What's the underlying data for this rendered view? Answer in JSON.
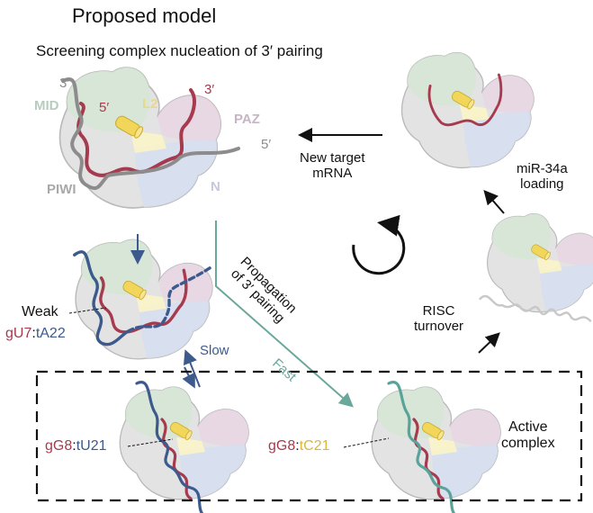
{
  "title": "Proposed model",
  "subtitle": "Screening complex nucleation of 3′ pairing",
  "colors": {
    "guide": "#a63a4e",
    "target_initial": "#8c8c8c",
    "target_weak": "#3c5a8c",
    "target_active": "#5aa39a",
    "helix": "#f2d65a",
    "mid": "#d9e8d9",
    "piwi": "#dcdcdc",
    "paz": "#e6d9e3",
    "n_domain": "#d8dff0",
    "arrow": "#111111",
    "fast": "#6aa89c",
    "slow": "#3c5a8c"
  },
  "screening_complex": {
    "domains": {
      "mid": "MID",
      "l2": "L2",
      "paz": "PAZ",
      "piwi": "PIWI",
      "n": "N"
    },
    "ends": {
      "target_3": "3′",
      "guide_5": "5′",
      "guide_3": "3′",
      "target_5": "5′"
    }
  },
  "weak_complex": {
    "label_word": "Weak",
    "pair_guide": "gU7",
    "pair_sep": ":",
    "pair_target": "tA22"
  },
  "slow_label": "Slow",
  "fast_label": "Fast",
  "propagation_label": [
    "Propagation",
    "of 3′ pairing"
  ],
  "new_target_label": [
    "New target",
    "mRNA"
  ],
  "loading_label": [
    "miR-34a",
    "loading"
  ],
  "turnover_label": [
    "RISC",
    "turnover"
  ],
  "active_box": {
    "label": [
      "Active",
      "complex"
    ],
    "left_pair_guide": "gG8",
    "left_pair_sep": ":",
    "left_pair_target": "tU21",
    "right_pair_guide": "gG8",
    "right_pair_sep": ":",
    "right_pair_target": "tC21"
  }
}
